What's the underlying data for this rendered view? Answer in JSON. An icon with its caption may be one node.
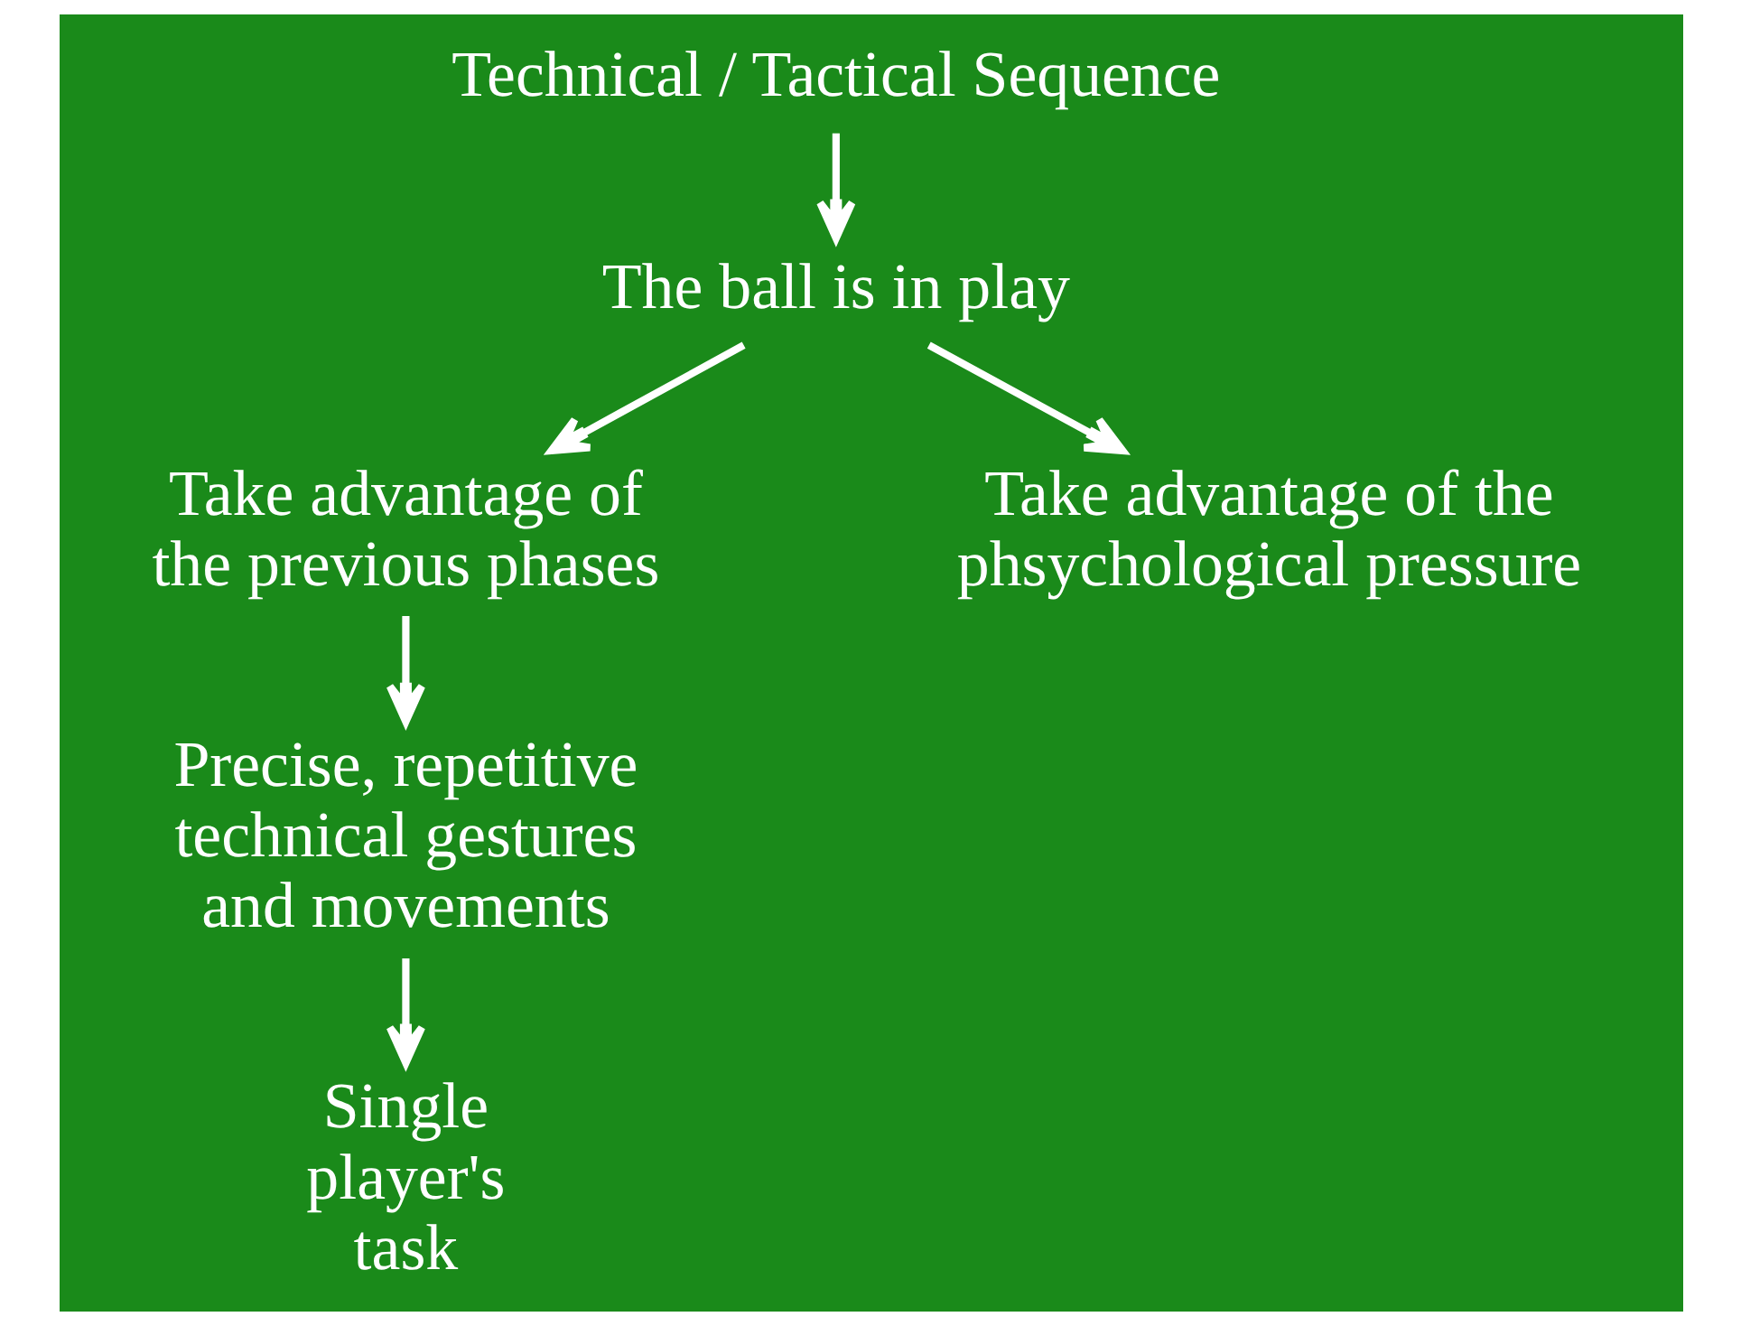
{
  "diagram": {
    "nodes": [
      {
        "text": [
          "Technical / Tactical Sequence"
        ]
      },
      {
        "text": [
          "The ball is in play"
        ]
      },
      {
        "text": [
          "Take advantage of the previous phases"
        ]
      },
      {
        "text": [
          "Precise, repetitive technical gestures and movements"
        ]
      },
      {
        "text": [
          "Take advantage of the phsychological pressure"
        ]
      },
      {
        "text": [
          "Single player's task"
        ]
      }
    ],
    "edges": [
      {
        "from": 0,
        "to": 1,
        "arrow": "to"
      },
      {
        "from": 1,
        "to": 2,
        "arrow": "to"
      },
      {
        "from": 1,
        "to": 4,
        "arrow": "to"
      },
      {
        "from": 2,
        "to": 3,
        "arrow": "to"
      },
      {
        "from": 3,
        "to": 5,
        "arrow": "to"
      }
    ]
  }
}
